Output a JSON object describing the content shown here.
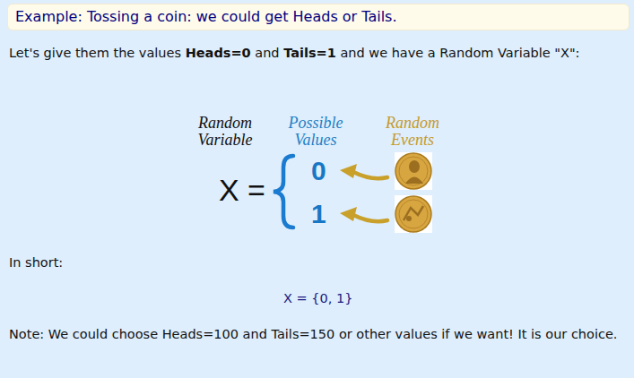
{
  "diagram": {
    "nodes": [
      {
        "text": [
          "Example: Tossing a coin: we could get Heads or Tails."
        ]
      }
    ],
    "labels": [
      "Let's give them the values",
      "Heads=0",
      "and",
      "Tails=1",
      "and we have a Random Variable \"X\":",
      "Random Variable",
      "Possible Values",
      "Random Events",
      "X =",
      "0",
      "1",
      "In short:",
      "X = {0, 1}",
      "Note: We could choose Heads=100 and Tails=150 or other values if we want! It is our choice."
    ]
  }
}
